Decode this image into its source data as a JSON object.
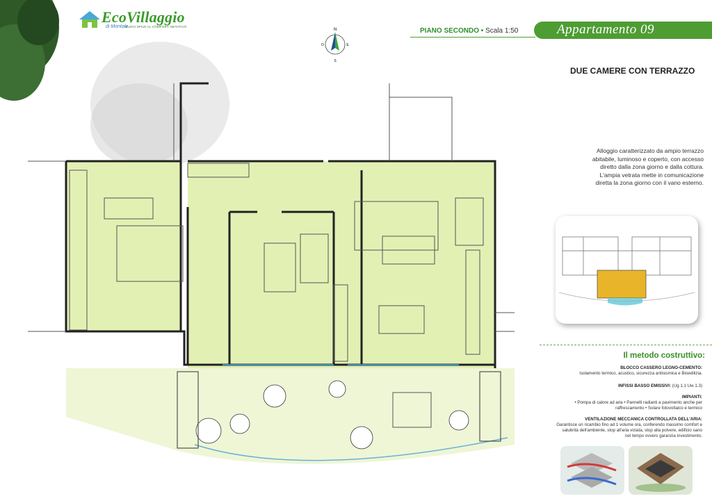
{
  "brand": {
    "name": "EcoVillaggio",
    "sub": "di Montale",
    "tagline": "NUOVI SPAZI AL COMFORT ABITATIVO"
  },
  "header": {
    "floor": "PIANO SECONDO",
    "bullet": " • ",
    "scale": "Scala 1:50",
    "apartment": "Appartamento 09"
  },
  "compass": {
    "n": "N",
    "s": "S",
    "e": "E",
    "w": "O"
  },
  "headline": "DUE CAMERE CON TERRAZZO",
  "description": [
    "Alloggio caratterizzato da ampio terrazzo",
    "abitabile, luminoso e coperto, con accesso",
    "diretto dalla zona giorno e dalla cottura.",
    "L'ampia vetrata mette in comunicazione",
    "diretta la zona giorno con il vano esterno."
  ],
  "method": {
    "title": "Il metodo costruttivo:",
    "blocks": [
      {
        "heading": "BLOCCO CASSERO LEGNO-CEMENTO:",
        "text": "Isolamento termico, acustico, sicurezza antisismica e Bioedilizia."
      },
      {
        "heading": "INFISSI BASSO EMISSIVI:",
        "text": "(Ug 1.1 Uw 1.3)"
      },
      {
        "heading": "IMPIANTI:",
        "text": "• Pompa di calore ad aria • Pannelli radianti a pavimento anche per raffrescamento • Solare fotovoltaico e termico"
      },
      {
        "heading": "VENTILAZIONE MECCANICA CONTROLLATA DELL'ARIA:",
        "text": "Garantisce un ricambio fino ad 1 volume ora, conferendo massimo comfort e salubrità dell'ambiente, stop all'aria viziata, stop alla polvere, edificio sano nel tempo ovvero garanzia investimento."
      }
    ]
  },
  "colors": {
    "brand_green": "#4e9d33",
    "plan_fill": "#e3f0b4",
    "terrace_fill": "#eef6d6",
    "keyplan_highlight": "#e8b52a",
    "water": "#7fd3e0"
  }
}
